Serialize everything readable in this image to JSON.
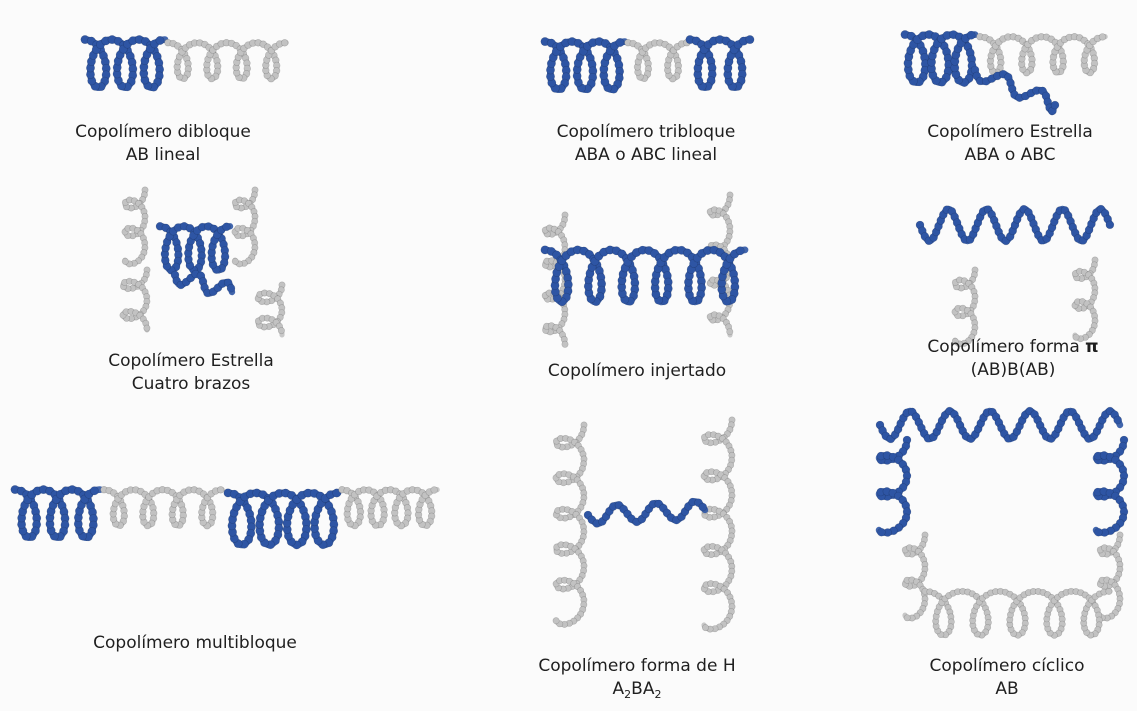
{
  "colors": {
    "block_a": "#2e55a4",
    "block_b": "#c2c2c2",
    "background": "#fbfbfb"
  },
  "captions": {
    "diblock": [
      "Copolímero dibloque",
      "AB lineal"
    ],
    "triblock": [
      "Copolímero tribloque",
      "ABA o ABC lineal"
    ],
    "star": [
      "Copolímero Estrella",
      "ABA o ABC"
    ],
    "star_four": [
      "Copolímero Estrella",
      "Cuatro brazos"
    ],
    "graft": [
      "Copolímero injertado"
    ],
    "pi": {
      "line1_prefix": "Copolímero forma ",
      "line1_symbol": "π",
      "line2": "(AB)B(AB)"
    },
    "multiblock": [
      "Copolímero multibloque"
    ],
    "h_shape": {
      "line1": "Copolímero forma de H",
      "formula_parts": [
        "A",
        "2",
        "B",
        "A",
        "2"
      ]
    },
    "cyclic": [
      "Copolímero cíclico",
      "AB"
    ]
  }
}
